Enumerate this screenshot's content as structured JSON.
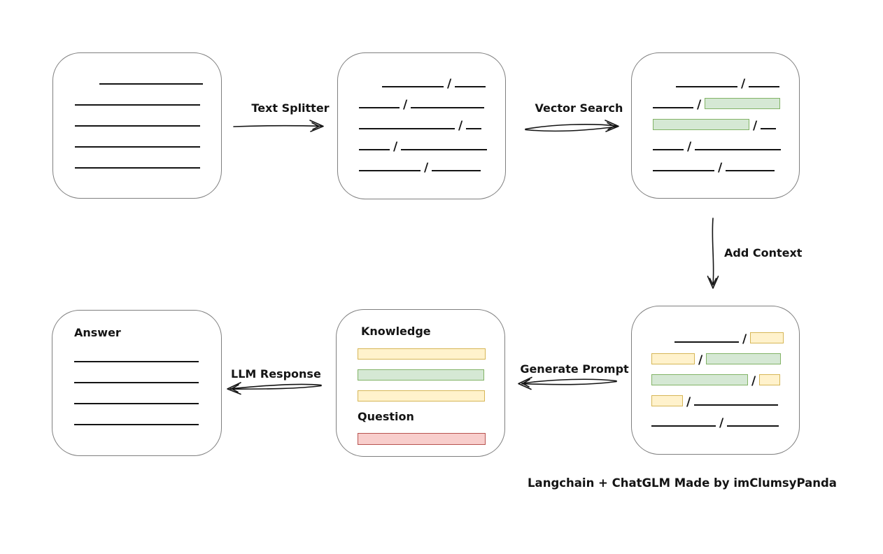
{
  "caption": "Langchain + ChatGLM Made by imClumsyPanda",
  "glyphs": {
    "slash": "/"
  },
  "arrows": {
    "text_splitter": "Text Splitter",
    "vector_search": "Vector Search",
    "add_context": "Add Context",
    "generate_prompt": "Generate Prompt",
    "llm_response": "LLM Response"
  },
  "prompt_box": {
    "knowledge": "Knowledge",
    "question": "Question"
  },
  "answer_box": {
    "title": "Answer"
  },
  "colors": {
    "green_fill": "#d5e8d4",
    "green_border": "#82b366",
    "yellow_fill": "#fff2cc",
    "yellow_border": "#d6b656",
    "red_fill": "#f8cecc",
    "red_border": "#b85450",
    "box_border": "#7f7f7f",
    "ink": "#141414",
    "background": "#ffffff"
  },
  "rows": {
    "document": [
      [
        {
          "t": "sp",
          "w": 30
        },
        {
          "t": "ln",
          "w": 148
        }
      ],
      [
        {
          "t": "ln",
          "w": 179
        }
      ],
      [
        {
          "t": "ln",
          "w": 179
        }
      ],
      [
        {
          "t": "ln",
          "w": 179
        }
      ],
      [
        {
          "t": "ln",
          "w": 179
        }
      ]
    ],
    "split_chunks": [
      [
        {
          "t": "sp",
          "w": 28
        },
        {
          "t": "ln",
          "w": 88
        },
        {
          "t": "sl"
        },
        {
          "t": "ln",
          "w": 44
        }
      ],
      [
        {
          "t": "ln",
          "w": 58
        },
        {
          "t": "sl"
        },
        {
          "t": "ln",
          "w": 105
        }
      ],
      [
        {
          "t": "ln",
          "w": 137
        },
        {
          "t": "sl"
        },
        {
          "t": "ln",
          "w": 22
        }
      ],
      [
        {
          "t": "ln",
          "w": 44
        },
        {
          "t": "sl"
        },
        {
          "t": "ln",
          "w": 123
        }
      ],
      [
        {
          "t": "ln",
          "w": 88
        },
        {
          "t": "sl"
        },
        {
          "t": "ln",
          "w": 70
        }
      ]
    ],
    "retrieved_chunks": [
      [
        {
          "t": "sp",
          "w": 28
        },
        {
          "t": "ln",
          "w": 88
        },
        {
          "t": "sl"
        },
        {
          "t": "ln",
          "w": 44
        }
      ],
      [
        {
          "t": "ln",
          "w": 58
        },
        {
          "t": "sl"
        },
        {
          "t": "gr",
          "w": 108
        }
      ],
      [
        {
          "t": "gr",
          "w": 138
        },
        {
          "t": "sl"
        },
        {
          "t": "ln",
          "w": 22
        }
      ],
      [
        {
          "t": "ln",
          "w": 44
        },
        {
          "t": "sl"
        },
        {
          "t": "ln",
          "w": 123
        }
      ],
      [
        {
          "t": "ln",
          "w": 88
        },
        {
          "t": "sl"
        },
        {
          "t": "ln",
          "w": 70
        }
      ]
    ],
    "context_chunks": [
      [
        {
          "t": "sp",
          "w": 28
        },
        {
          "t": "ln",
          "w": 92
        },
        {
          "t": "sl"
        },
        {
          "t": "ye",
          "w": 48
        }
      ],
      [
        {
          "t": "ye",
          "w": 62
        },
        {
          "t": "sl"
        },
        {
          "t": "gr",
          "w": 107
        }
      ],
      [
        {
          "t": "gr",
          "w": 138
        },
        {
          "t": "sl"
        },
        {
          "t": "ye",
          "w": 30
        }
      ],
      [
        {
          "t": "ye",
          "w": 45
        },
        {
          "t": "sl"
        },
        {
          "t": "ln",
          "w": 120
        }
      ],
      [
        {
          "t": "ln",
          "w": 92
        },
        {
          "t": "sl"
        },
        {
          "t": "ln",
          "w": 74
        }
      ]
    ],
    "knowledge_bars": [
      [
        {
          "t": "ye",
          "w": 183
        }
      ],
      [
        {
          "t": "gr",
          "w": 181
        }
      ],
      [
        {
          "t": "ye",
          "w": 182
        }
      ]
    ],
    "question_bar": [
      [
        {
          "t": "rd",
          "w": 183
        }
      ]
    ],
    "answer_lines": [
      [
        {
          "t": "ln",
          "w": 178
        }
      ],
      [
        {
          "t": "ln",
          "w": 178
        }
      ],
      [
        {
          "t": "ln",
          "w": 178
        }
      ],
      [
        {
          "t": "ln",
          "w": 178
        }
      ]
    ]
  }
}
